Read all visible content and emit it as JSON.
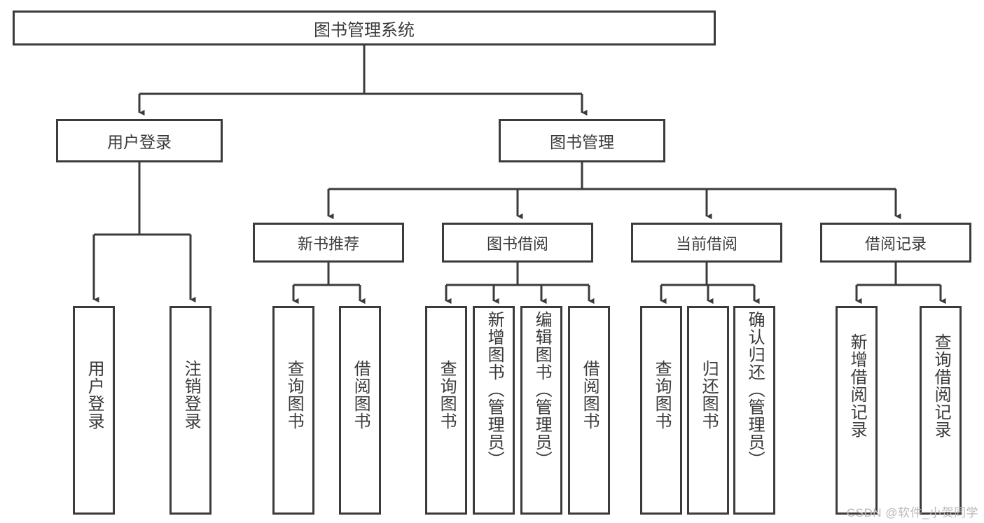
{
  "diagram": {
    "type": "tree-hierarchy",
    "title": "图书管理系统",
    "root": {
      "id": "root",
      "label": "图书管理系统"
    },
    "level1": [
      {
        "id": "user-login",
        "label": "用户登录"
      },
      {
        "id": "book-manage",
        "label": "图书管理"
      }
    ],
    "level2": [
      {
        "id": "new-book-recommend",
        "label": "新书推荐",
        "parent": "book-manage"
      },
      {
        "id": "book-borrow",
        "label": "图书借阅",
        "parent": "book-manage"
      },
      {
        "id": "current-borrow",
        "label": "当前借阅",
        "parent": "book-manage"
      },
      {
        "id": "borrow-record",
        "label": "借阅记录",
        "parent": "book-manage"
      }
    ],
    "leaves": [
      {
        "id": "leaf-user-login",
        "label": "用户登录",
        "parent": "user-login"
      },
      {
        "id": "leaf-logout",
        "label": "注销登录",
        "parent": "user-login"
      },
      {
        "id": "leaf-query-book-1",
        "label": "查询图书",
        "parent": "new-book-recommend"
      },
      {
        "id": "leaf-borrow-book-1",
        "label": "借阅图书",
        "parent": "new-book-recommend"
      },
      {
        "id": "leaf-query-book-2",
        "label": "查询图书",
        "parent": "book-borrow"
      },
      {
        "id": "leaf-add-book",
        "label": "新增图书（管理员）",
        "parent": "book-borrow"
      },
      {
        "id": "leaf-edit-book",
        "label": "编辑图书（管理员）",
        "parent": "book-borrow"
      },
      {
        "id": "leaf-borrow-book-2",
        "label": "借阅图书",
        "parent": "book-borrow"
      },
      {
        "id": "leaf-query-book-3",
        "label": "查询图书",
        "parent": "current-borrow"
      },
      {
        "id": "leaf-return-book",
        "label": "归还图书",
        "parent": "current-borrow"
      },
      {
        "id": "leaf-confirm-return",
        "label": "确认归还（管理员）",
        "parent": "current-borrow"
      },
      {
        "id": "leaf-add-record",
        "label": "新增借阅记录",
        "parent": "borrow-record"
      },
      {
        "id": "leaf-query-record",
        "label": "查询借阅记录",
        "parent": "borrow-record"
      }
    ],
    "watermark": "CSDN @软件_小贺同学",
    "colors": {
      "stroke": "#3b3b3b",
      "text": "#3a3a3a",
      "background": "#ffffff",
      "watermark": "#b9b9b9"
    }
  }
}
